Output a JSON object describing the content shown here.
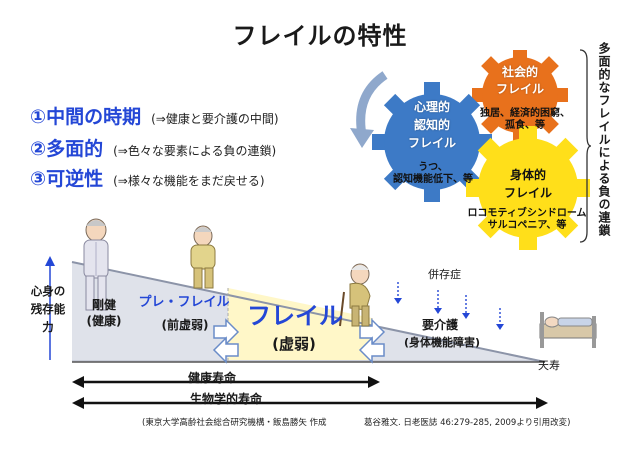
{
  "title": "フレイルの特性",
  "properties": [
    {
      "label": "①中間の時期",
      "note": "(⇒健康と要介護の中間)"
    },
    {
      "label": "②多面的",
      "note": "(⇒色々な要素による負の連鎖)"
    },
    {
      "label": "③可逆性",
      "note": "(⇒様々な機能をまだ戻せる)"
    }
  ],
  "side_caption": "多面的なフレイルによる負の連鎖",
  "gears": {
    "social": {
      "title": "社会的\nフレイル",
      "sub": "独居、経済的困窮、\n孤食、等"
    },
    "psych": {
      "title": "心理的\n認知的\nフレイル",
      "sub": "うつ、\n認知機能低下、等"
    },
    "physical": {
      "title": "身体的\nフレイル",
      "sub": "ロコモティブシンドローム\nサルコペニア、等"
    }
  },
  "y_axis_label": "心身の残存能力",
  "stages": {
    "robust": "剛健\n(健康)",
    "prefrail": "プレ・フレイル",
    "prefrail_sub": "(前虚弱)",
    "frail": "フレイル",
    "frail_sub": "(虚弱)",
    "care": "要介護",
    "care_sub": "(身体機能障害)",
    "comorbidity": "併存症",
    "death": "天寿"
  },
  "lifespans": {
    "healthy": "健康寿命",
    "biological": "生物学的寿命"
  },
  "credits": {
    "left": "(東京大学高齢社会総合研究機構・飯島勝矢 作成",
    "right": "葛谷雅文. 日老医誌 46:279-285, 2009より引用改変)"
  },
  "colors": {
    "accent_blue": "#2447d6",
    "social_gear": "#e8711c",
    "psych_gear": "#3d7ac6",
    "physical_gear": "#ffdf1a",
    "frail_zone": "#fff7c8",
    "slope_gray": "#8c94a8"
  }
}
